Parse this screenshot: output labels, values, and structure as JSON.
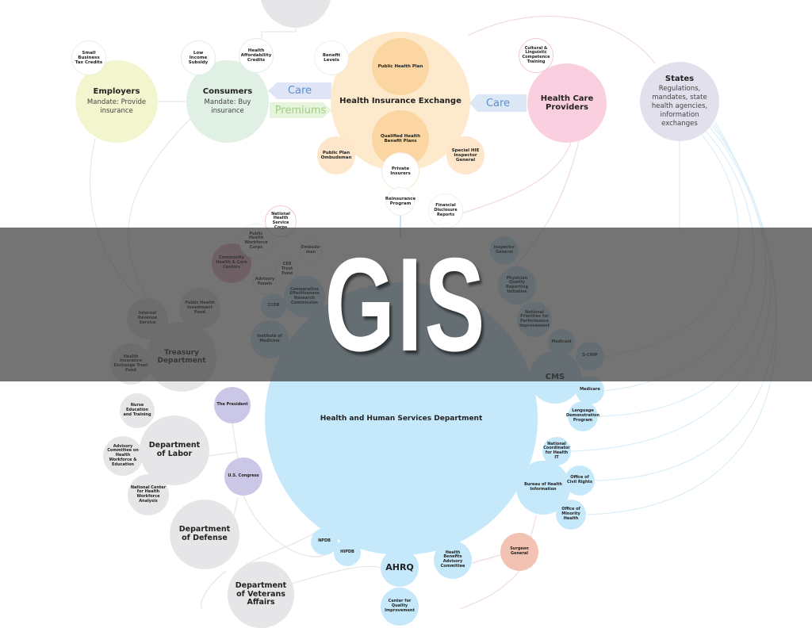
{
  "slide_title": "GIS",
  "arrows": {
    "care_left": "Care",
    "premiums": "Premiums",
    "care_right": "Care"
  },
  "nodes": [
    {
      "label": ""
    },
    {
      "label": "Small Business Tax Credits"
    },
    {
      "label": "Employers",
      "sub": "Mandate: Provide insurance"
    },
    {
      "label": "Low Income Subsidy"
    },
    {
      "label": "Health Affordability Credits"
    },
    {
      "label": "Consumers",
      "sub": "Mandate: Buy insurance"
    },
    {
      "label": "Benefit Levels"
    },
    {
      "label": "Health Insurance Exchange"
    },
    {
      "label": "Public Health Plan"
    },
    {
      "label": "Qualified Health Benefit Plans"
    },
    {
      "label": "Public Plan Ombudsman"
    },
    {
      "label": "Private Insurers"
    },
    {
      "label": "Special HIE Inspector General"
    },
    {
      "label": "Reinsurance Program"
    },
    {
      "label": "Cultural & Linguistic Competence Training"
    },
    {
      "label": "Health Care Providers"
    },
    {
      "label": "States",
      "sub": "Regulations, mandates, state health agencies, information exchanges"
    },
    {
      "label": "Health and Human Services Department"
    },
    {
      "label": "National Health Service Corps"
    },
    {
      "label": "Public Health Workforce Corps"
    },
    {
      "label": "Community Health & Care Centers"
    },
    {
      "label": "CER Trust Fund"
    },
    {
      "label": "Ombuds-man"
    },
    {
      "label": "Advisory Panels"
    },
    {
      "label": "CCER"
    },
    {
      "label": "Comparative Effectiveness Research Commission"
    },
    {
      "label": "Internal Revenue Service"
    },
    {
      "label": "Public Health Investment Fund"
    },
    {
      "label": "Health Insurance Exchange Trust Fund"
    },
    {
      "label": "Treasury Department"
    },
    {
      "label": "Institute of Medicine"
    },
    {
      "label": "Financial Disclosure Reports"
    },
    {
      "label": "Inspector General"
    },
    {
      "label": "Physician Quality Reporting Initiative"
    },
    {
      "label": "National Priorities for Performance Improvement"
    },
    {
      "label": "Medicaid"
    },
    {
      "label": "S-CHIP"
    },
    {
      "label": "CMS"
    },
    {
      "label": "Medicare"
    },
    {
      "label": "Language Demonstration Program"
    },
    {
      "label": "The President"
    },
    {
      "label": "U.S. Congress"
    },
    {
      "label": "Nurse Education and Training"
    },
    {
      "label": "Advisory Committee on Health Workforce & Education"
    },
    {
      "label": "National Center for Health Workforce Analysis"
    },
    {
      "label": "Department of Labor"
    },
    {
      "label": "Department of Defense"
    },
    {
      "label": "Department of Veterans Affairs"
    },
    {
      "label": "National Coordinator for Health IT"
    },
    {
      "label": "Bureau of Health Information"
    },
    {
      "label": "Office of Civil Rights"
    },
    {
      "label": "Office of Minority Health"
    },
    {
      "label": "NPDB"
    },
    {
      "label": "HIPDB"
    },
    {
      "label": "AHRQ"
    },
    {
      "label": "Center for Quality Improvement"
    },
    {
      "label": "Health Benefits Advisory Committee"
    },
    {
      "label": "Surgeon General"
    }
  ],
  "colors": {
    "employers": "#f3f5cf",
    "consumers": "#e0f0e4",
    "exchange": "#fde9cc",
    "exchange_inner": "#fbd6a3",
    "providers": "#fad0e1",
    "states": "#e2e0ec",
    "hhs": "#c6e8fb",
    "gov": "#cbc7e6",
    "dept": "#e6e6e8",
    "surgeon": "#f2c3b3",
    "community": "#e8b4c9"
  }
}
